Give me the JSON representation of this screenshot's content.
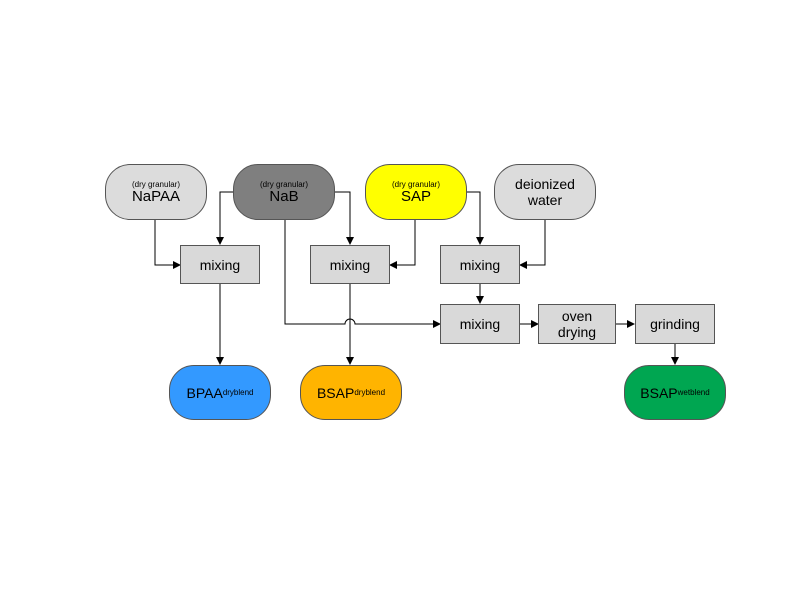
{
  "inputs": {
    "napaa": {
      "qualifier": "(dry granular)",
      "label": "NaPAA",
      "color": "#dcdcdc"
    },
    "nab": {
      "qualifier": "(dry granular)",
      "label": "NaB",
      "color": "#7f7f7f"
    },
    "sap": {
      "qualifier": "(dry granular)",
      "label": "SAP",
      "color": "#ffff00"
    },
    "water": {
      "line1": "deionized",
      "line2": "water",
      "color": "#dcdcdc"
    }
  },
  "processes": {
    "mixing1": "mixing",
    "mixing2": "mixing",
    "mixing3": "mixing",
    "mixing4": "mixing",
    "oven": {
      "line1": "oven",
      "line2": "drying"
    },
    "grinding": "grinding"
  },
  "outputs": {
    "bpaa": {
      "main": "BPAA",
      "sub": "dryblend",
      "color": "#3399ff"
    },
    "bsap_dry": {
      "main": "BSAP",
      "sub": "dryblend",
      "color": "#ffb400"
    },
    "bsap_wet": {
      "main": "BSAP",
      "sub": "wetblend",
      "color": "#00a651"
    }
  }
}
